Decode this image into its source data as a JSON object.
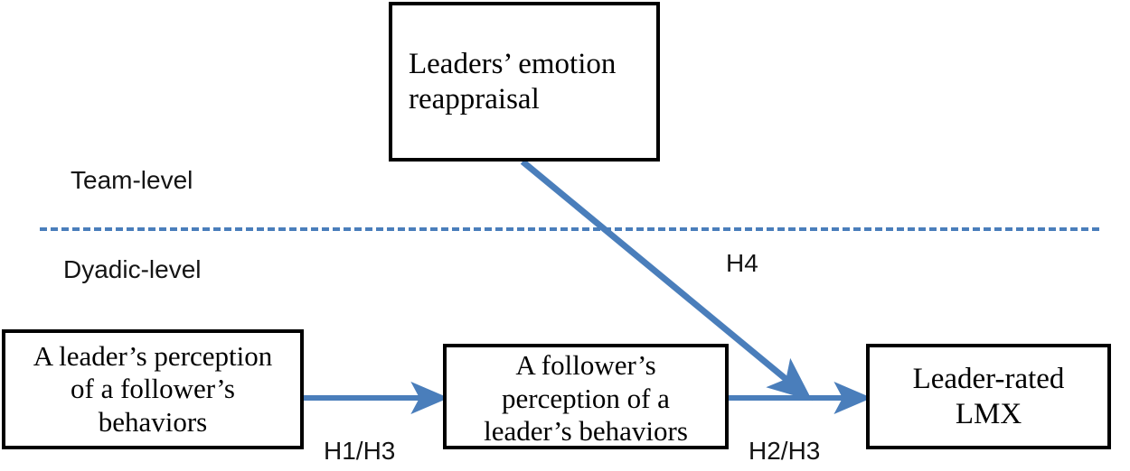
{
  "diagram": {
    "title_present": false,
    "colors": {
      "box_border": "#000000",
      "box_fill": "#ffffff",
      "arrow": "#4A7EBB",
      "divider": "#4A7EBB",
      "text": "#000000",
      "label_text": "#141414"
    },
    "nodes": [
      {
        "id": "emotion-reappraisal",
        "label": "Leaders’ emotion\nreappraisal",
        "level": "Team-level"
      },
      {
        "id": "leader-perception",
        "label": "A leader’s perception\nof a follower’s\nbehaviors",
        "level": "Dyadic-level"
      },
      {
        "id": "follower-perception",
        "label": "A follower’s\nperception of a\nleader’s behaviors",
        "level": "Dyadic-level"
      },
      {
        "id": "leader-rated-lmx",
        "label": "Leader-rated\nLMX",
        "level": "Dyadic-level"
      }
    ],
    "levels": {
      "team": "Team-level",
      "dyadic": "Dyadic-level"
    },
    "edges": [
      {
        "id": "h1-h3",
        "from": "leader-perception",
        "to": "follower-perception",
        "label": "H1/H3",
        "style": "solid-arrow"
      },
      {
        "id": "h2-h3",
        "from": "follower-perception",
        "to": "leader-rated-lmx",
        "label": "H2/H3",
        "style": "solid-arrow"
      },
      {
        "id": "h4",
        "from": "emotion-reappraisal",
        "to": "h2-h3",
        "label": "H4",
        "style": "solid-arrow-moderator"
      }
    ]
  }
}
